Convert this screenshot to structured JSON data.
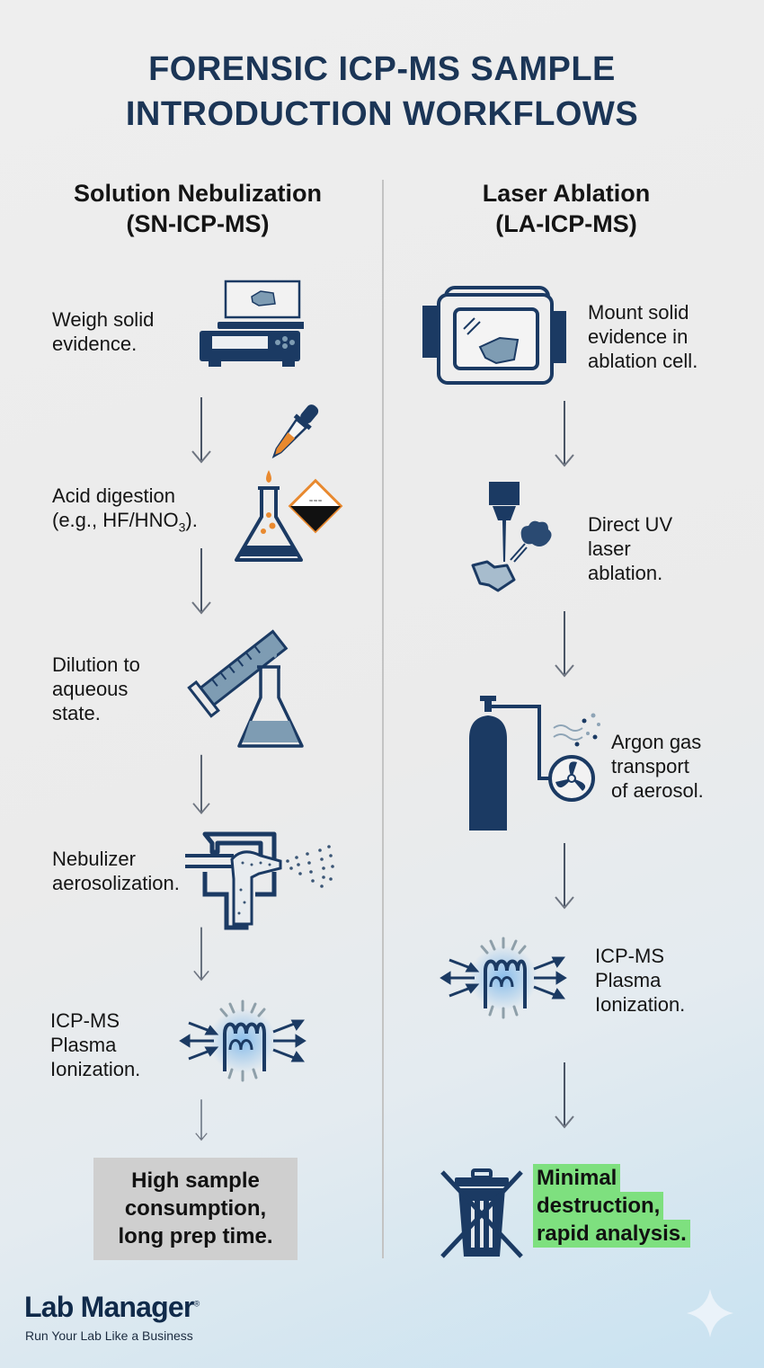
{
  "title": {
    "line1": "FORENSIC ICP-MS SAMPLE",
    "line2": "INTRODUCTION WORKFLOWS"
  },
  "colors": {
    "navy": "#1b3a63",
    "steel": "#7e9cb3",
    "acid_orange": "#e8892f",
    "highlight_green": "#7ee07f",
    "outcome_gray": "#cfcfcf",
    "divider": "#c3c3c3"
  },
  "columns": [
    {
      "heading_line1": "Solution Nebulization",
      "heading_line2": "(SN-ICP-MS)",
      "steps": [
        {
          "lines": [
            "Weigh solid",
            "evidence."
          ],
          "icon": "balance-scale-icon"
        },
        {
          "lines": [
            "Acid digestion",
            "(e.g., HF/HNO3)."
          ],
          "icon": "dropper-flask-corrosive-icon",
          "line2_main": "(e.g., HF/HNO",
          "line2_sub": "3",
          "line2_tail": ")."
        },
        {
          "lines": [
            "Dilution to",
            "aqueous",
            "state."
          ],
          "icon": "graduated-cylinder-pour-icon"
        },
        {
          "lines": [
            "Nebulizer",
            "aerosolization."
          ],
          "icon": "nebulizer-spray-icon"
        },
        {
          "lines": [
            "ICP-MS",
            "Plasma",
            "Ionization."
          ],
          "icon": "plasma-coil-icon"
        }
      ],
      "outcome": {
        "lines": [
          "High sample",
          "consumption,",
          "long prep time."
        ],
        "style": "gray-box"
      }
    },
    {
      "heading_line1": "Laser Ablation",
      "heading_line2": "(LA-ICP-MS)",
      "steps": [
        {
          "lines": [
            "Mount solid",
            "evidence in",
            "ablation cell."
          ],
          "icon": "ablation-cell-icon"
        },
        {
          "lines": [
            "Direct UV",
            "laser",
            "ablation."
          ],
          "icon": "laser-ablation-icon"
        },
        {
          "lines": [
            "Argon gas",
            "transport",
            "of aerosol."
          ],
          "icon": "argon-cylinder-fan-icon"
        },
        {
          "lines": [
            "ICP-MS",
            "Plasma",
            "Ionization."
          ],
          "icon": "plasma-coil-icon"
        }
      ],
      "outcome": {
        "lines": [
          "Minimal",
          "destruction,",
          "rapid analysis."
        ],
        "style": "green-highlight",
        "icon": "no-waste-bin-icon"
      }
    }
  ],
  "brand": {
    "name": "Lab Manager",
    "registered": "®",
    "tagline": "Run Your Lab Like a Business"
  }
}
